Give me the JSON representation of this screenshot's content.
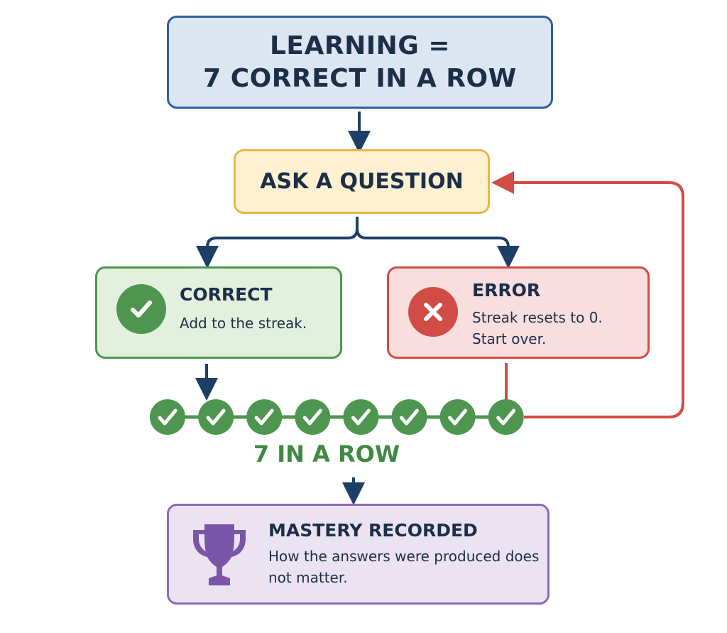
{
  "title": {
    "line1": "LEARNING =",
    "line2": "7 CORRECT IN A ROW"
  },
  "ask": {
    "label": "ASK A QUESTION"
  },
  "correct": {
    "heading": "CORRECT",
    "body": "Add to the streak.",
    "icon": "check-icon"
  },
  "error": {
    "heading": "ERROR",
    "body_line1": "Streak resets to 0.",
    "body_line2": "Start over.",
    "icon": "x-icon"
  },
  "streak": {
    "label": "7 IN A ROW",
    "circle_count": 8,
    "icon": "check-icon"
  },
  "mastery": {
    "heading": "MASTERY RECORDED",
    "body": "How the answers were produced does not matter.",
    "icon": "trophy-icon"
  },
  "colors": {
    "navy": "#1d3f66",
    "blue_border": "#2f5ea3",
    "green": "#4e9650",
    "red": "#d24c46",
    "yellow_border": "#e8b84a",
    "purple": "#8e68b5",
    "trophy": "#7a55a8"
  }
}
